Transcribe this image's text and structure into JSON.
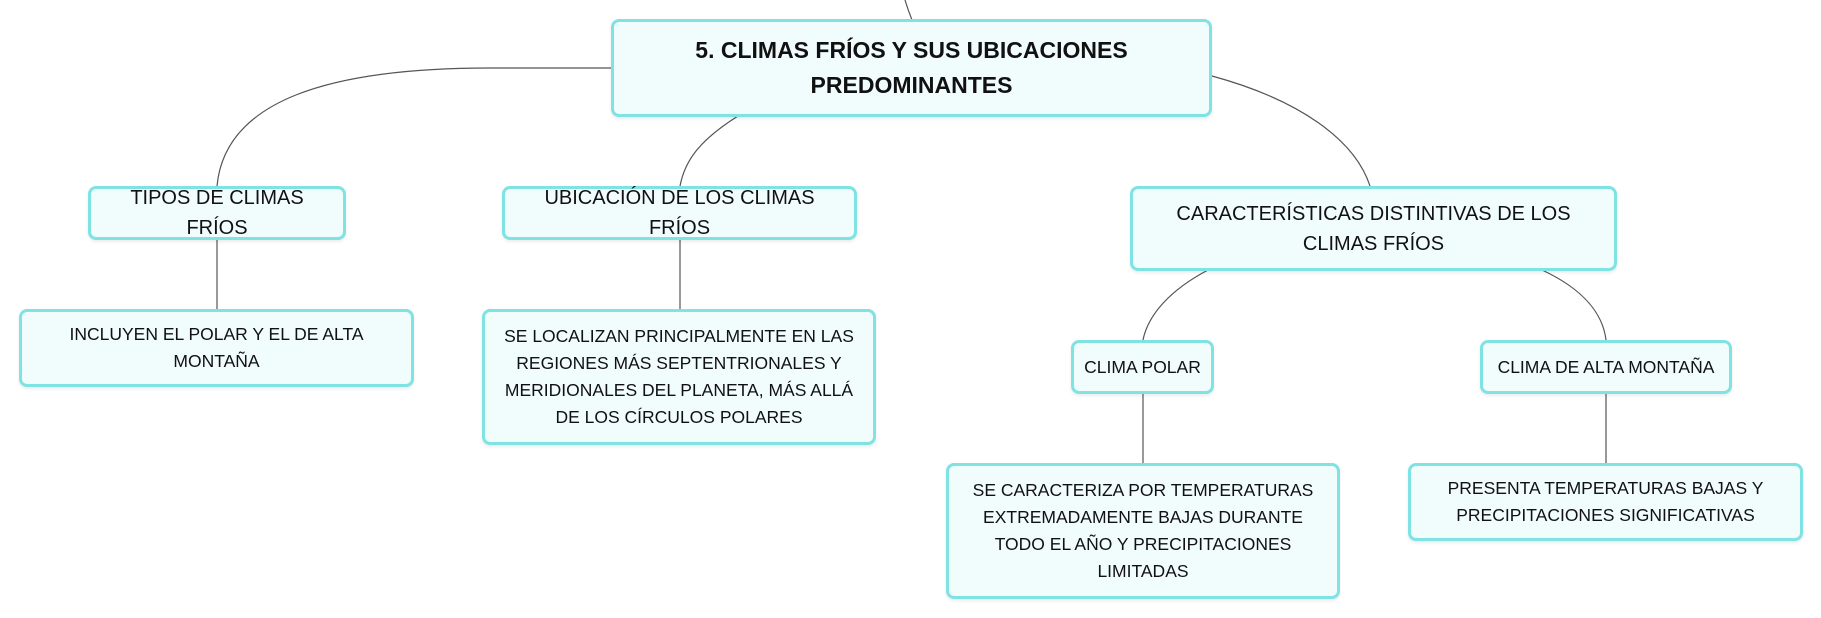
{
  "diagram": {
    "colors": {
      "node_border": "#7fe3e3",
      "node_fill": "#f1fcfc",
      "connector": "#555555"
    },
    "nodes": {
      "root": "5. CLIMAS FRÍOS Y SUS UBICACIONES PREDOMINANTES",
      "tipos": "TIPOS DE CLIMAS FRÍOS",
      "tipos_detalle": "INCLUYEN EL POLAR Y EL DE ALTA MONTAÑA",
      "ubicacion": "UBICACIÓN DE LOS CLIMAS FRÍOS",
      "ubicacion_detalle": "SE LOCALIZAN PRINCIPALMENTE EN LAS REGIONES MÁS SEPTENTRIONALES Y MERIDIONALES DEL PLANETA, MÁS ALLÁ DE LOS CÍRCULOS POLARES",
      "caracteristicas": "CARACTERÍSTICAS DISTINTIVAS DE LOS CLIMAS FRÍOS",
      "polar": "CLIMA POLAR",
      "polar_detalle": "SE CARACTERIZA POR TEMPERATURAS EXTREMADAMENTE BAJAS DURANTE TODO EL AÑO Y PRECIPITACIONES LIMITADAS",
      "montana": "CLIMA DE ALTA MONTAÑA",
      "montana_detalle": "PRESENTA TEMPERATURAS BAJAS Y PRECIPITACIONES SIGNIFICATIVAS"
    }
  }
}
